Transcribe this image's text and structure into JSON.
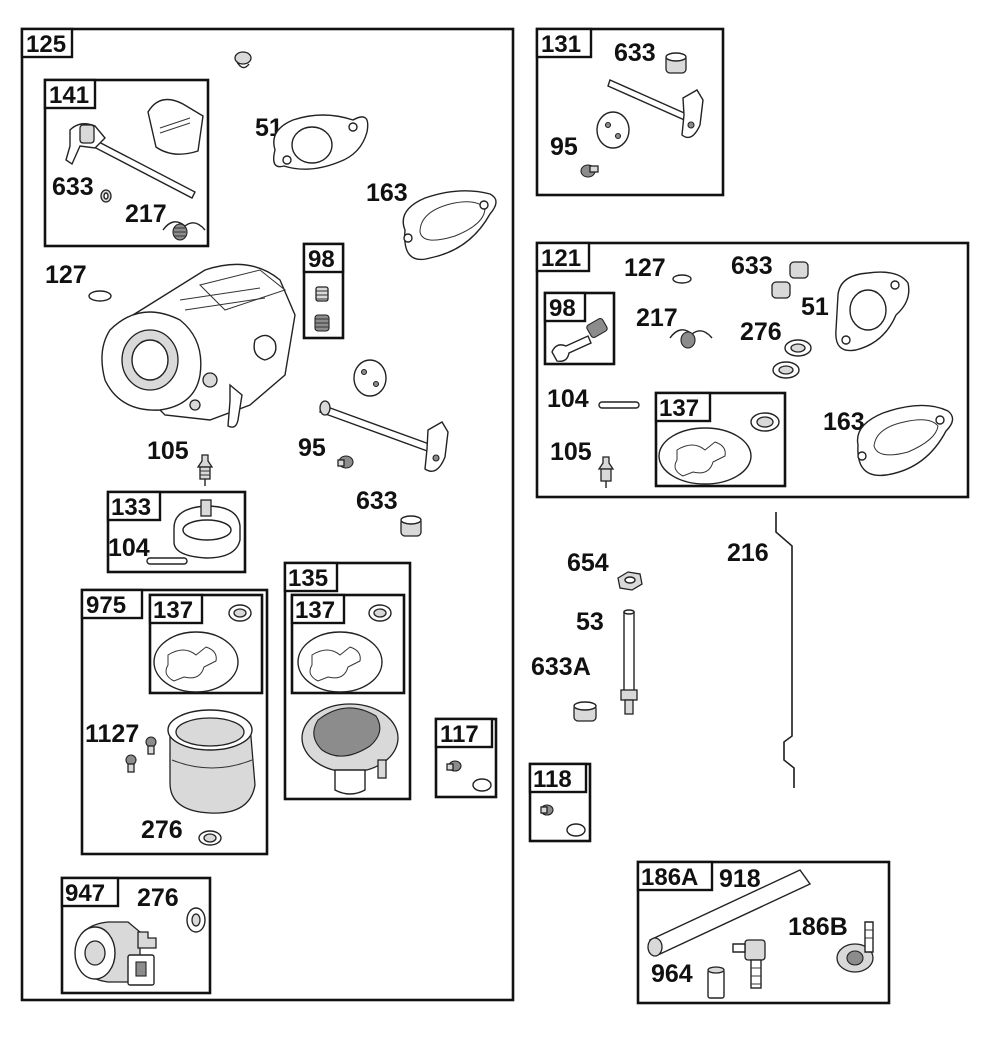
{
  "tags": {
    "t125": "125",
    "t141": "141",
    "t98a": "98",
    "t133": "133",
    "t975": "975",
    "t137a": "137",
    "t135": "135",
    "t137b": "137",
    "t117": "117",
    "t947": "947",
    "t131": "131",
    "t121": "121",
    "t98b": "98",
    "t137c": "137",
    "t118": "118",
    "t186a": "186A"
  },
  "labels": {
    "l51a": "51",
    "l163a": "163",
    "l633a": "633",
    "l217a": "217",
    "l127a": "127",
    "l105a": "105",
    "l95a": "95",
    "l633b": "633",
    "l104a": "104",
    "l1127": "1127",
    "l276a": "276",
    "l276b": "276",
    "l633c": "633",
    "l95b": "95",
    "l127b": "127",
    "l633d": "633",
    "l217b": "217",
    "l276c": "276",
    "l51b": "51",
    "l104b": "104",
    "l105b": "105",
    "l163b": "163",
    "l654": "654",
    "l53": "53",
    "l633A": "633A",
    "l216": "216",
    "l918": "918",
    "l186B": "186B",
    "l964": "964"
  }
}
